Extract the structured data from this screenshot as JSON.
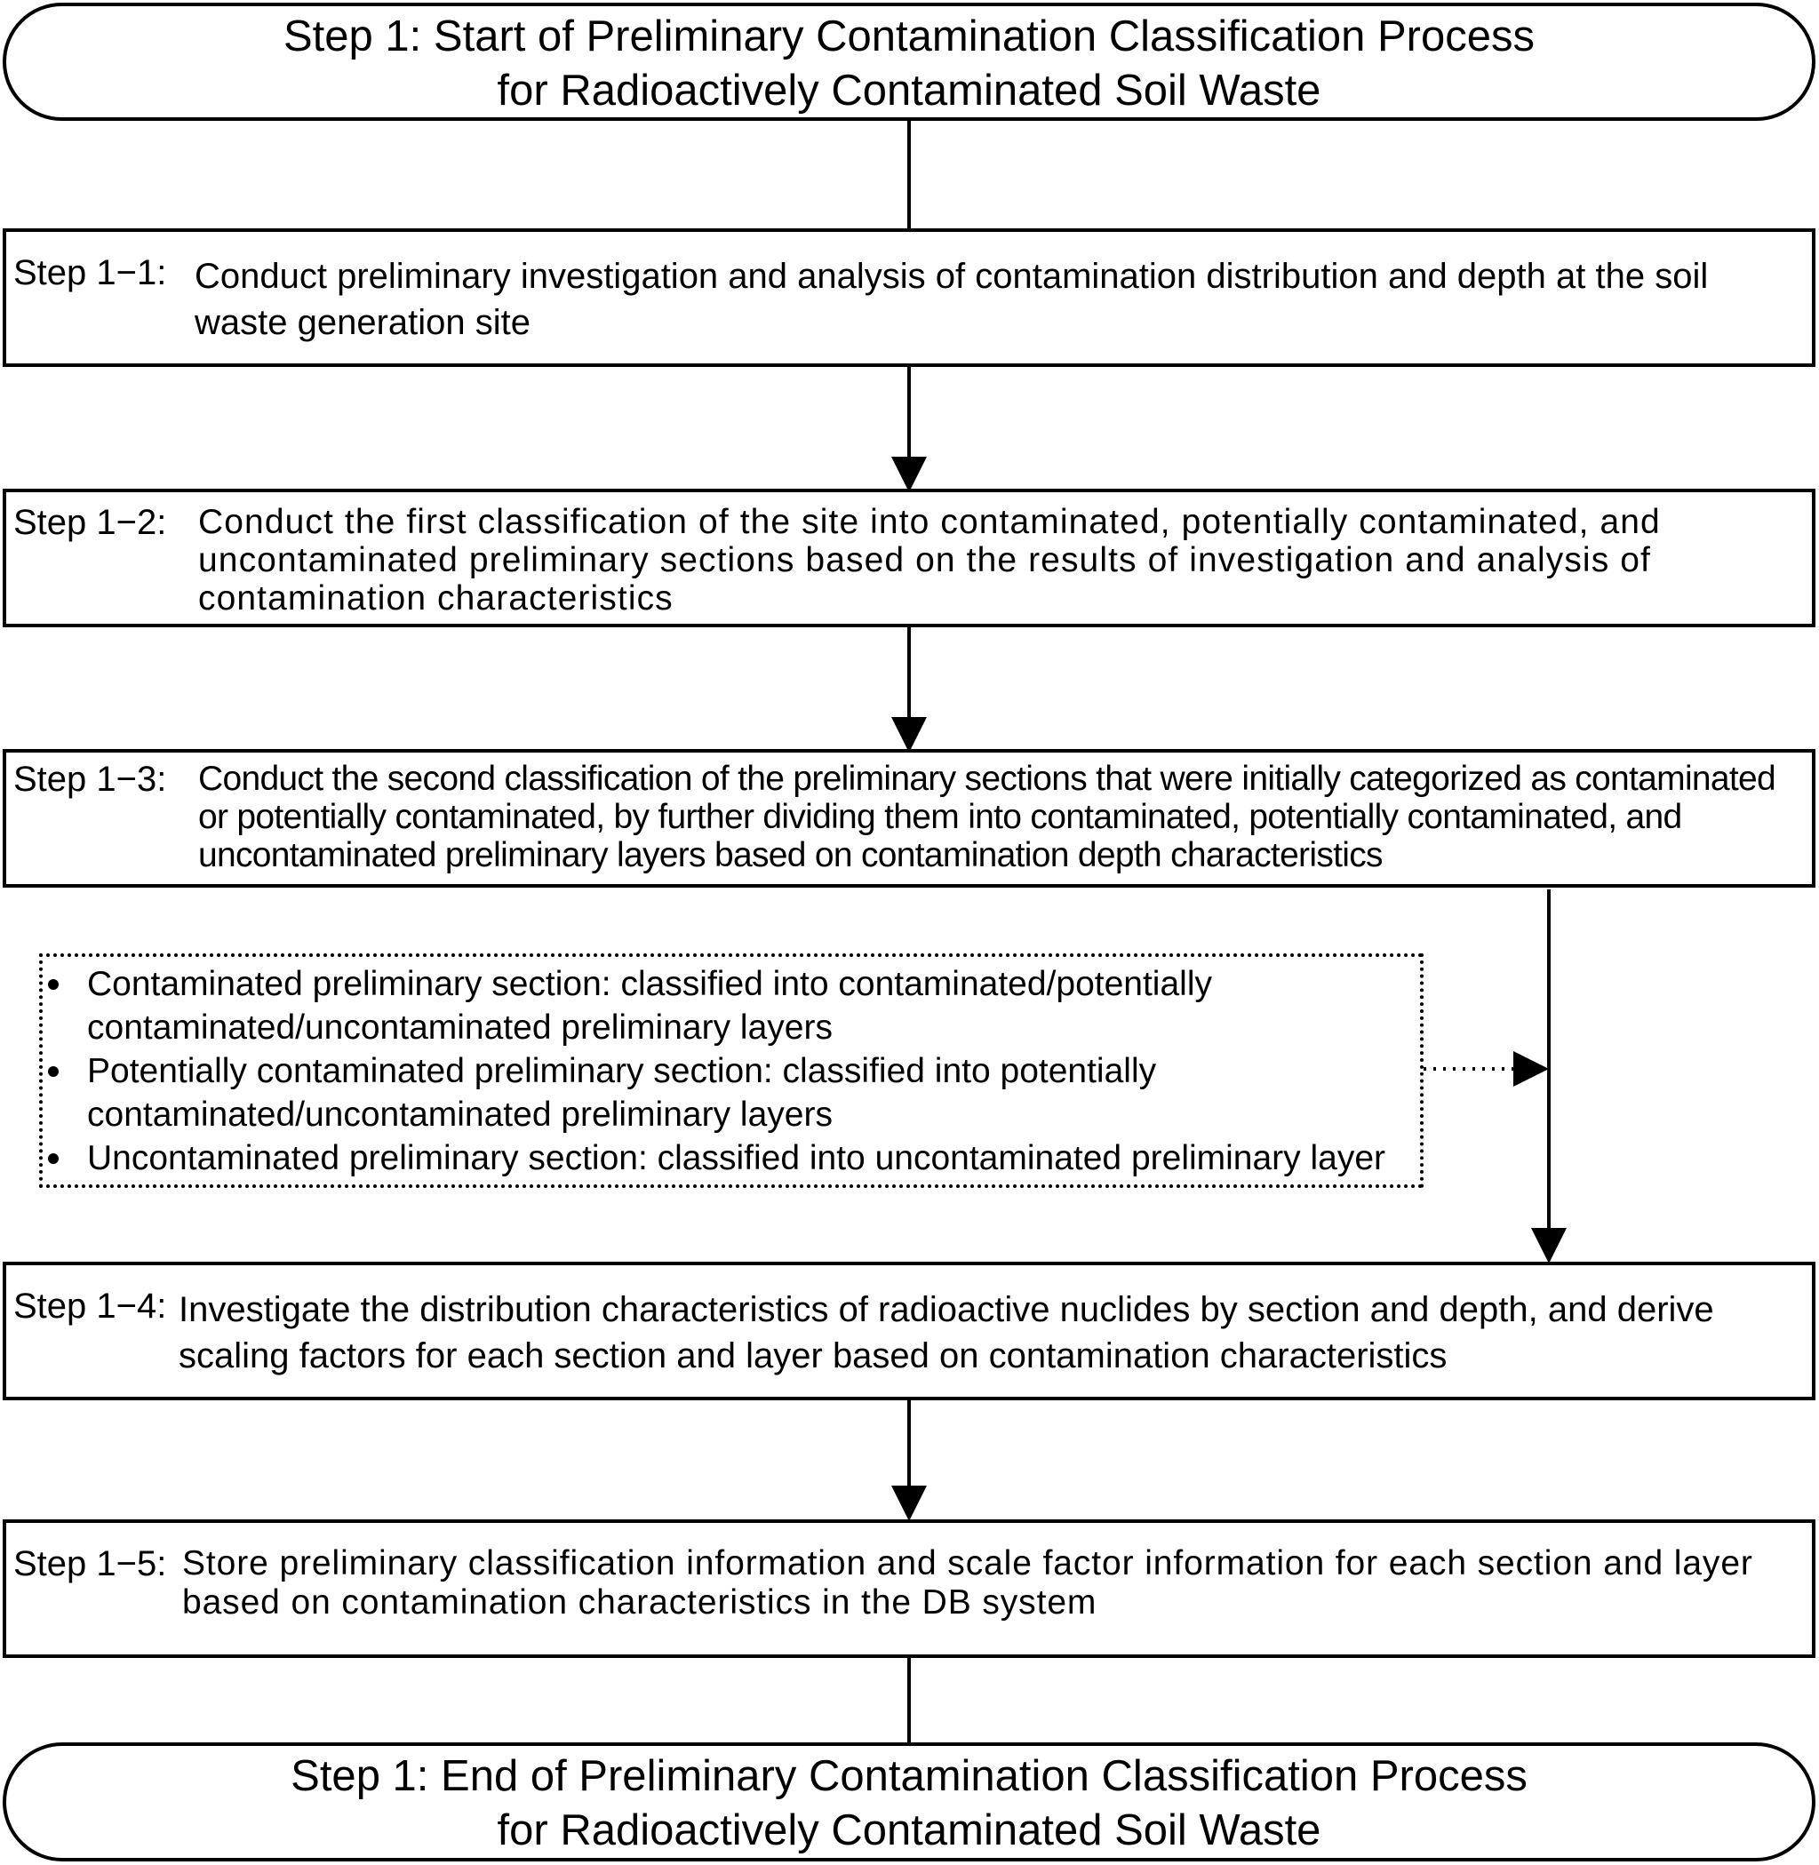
{
  "start": {
    "line1": "Step 1: Start of Preliminary Contamination Classification Process",
    "line2": "for Radioactively Contaminated Soil Waste"
  },
  "steps": [
    {
      "label": "Step 1−1:",
      "text": "Conduct preliminary investigation and analysis of contamination distribution and depth at the soil waste generation site"
    },
    {
      "label": "Step 1−2:",
      "text": "Conduct the first classification of the site into contaminated, potentially contaminated, and uncontaminated preliminary sections based on the results of investigation and analysis of contamination characteristics"
    },
    {
      "label": "Step 1−3:",
      "text": "Conduct the second classification of the preliminary sections that were initially categorized as contaminated or potentially contaminated, by further dividing them into contaminated, potentially contaminated, and uncontaminated preliminary layers based on contamination depth characteristics"
    },
    {
      "label": "Step 1−4:",
      "text": "Investigate the distribution characteristics of radioactive nuclides by section and depth, and derive scaling factors for each section and layer based on contamination characteristics"
    },
    {
      "label": "Step 1−5:",
      "text": "Store preliminary classification information and scale factor information for each section and layer based on contamination characteristics in the DB system"
    }
  ],
  "note": {
    "bullets": [
      "Contaminated  preliminary section: classified into contaminated/potentially contaminated/uncontaminated preliminary layers",
      "Potentially contaminated preliminary section: classified into potentially contaminated/uncontaminated preliminary layers",
      "Uncontaminated preliminary section: classified into uncontaminated preliminary layer"
    ]
  },
  "end": {
    "line1": "Step 1: End of Preliminary Contamination Classification Process",
    "line2": "for Radioactively Contaminated Soil Waste"
  }
}
